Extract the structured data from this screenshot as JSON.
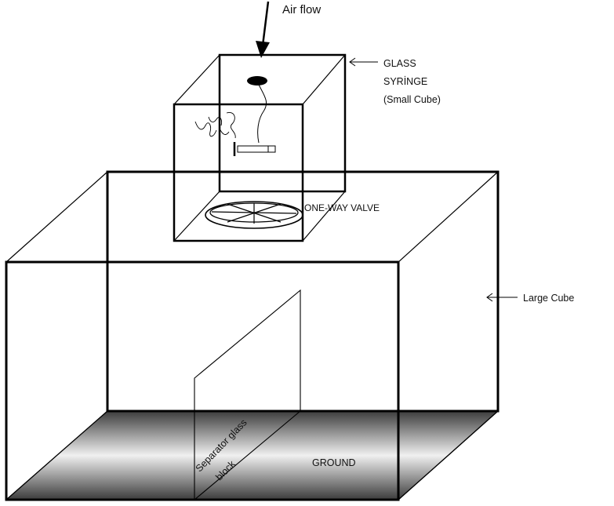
{
  "labels": {
    "air_flow": "Air flow",
    "glass_line1": "GLASS",
    "glass_line2": "SYRİNGE",
    "glass_line3": "(Small Cube)",
    "one_way_valve": "ONE-WAY VALVE",
    "large_cube": "Large Cube",
    "separator_line1": "Separator glass",
    "separator_line2": "block",
    "ground": "GROUND"
  },
  "colors": {
    "line": "#000000",
    "ground_dark": "#3c3c3c",
    "ground_light": "#f0f0f0"
  }
}
